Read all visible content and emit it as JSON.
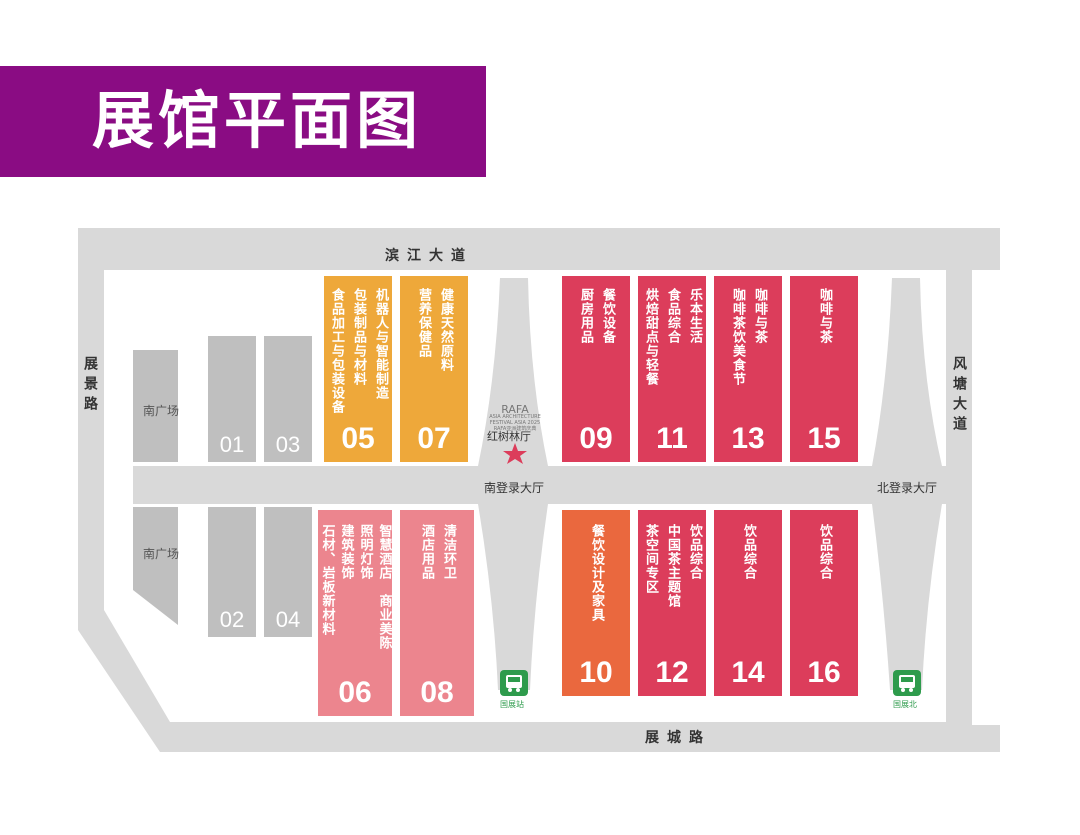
{
  "title": "展馆平面图",
  "roads": {
    "top": "滨江大道",
    "bottom": "展城路",
    "left": "展景路",
    "right": "风塘大道"
  },
  "plaza": [
    "南广场",
    "南广场"
  ],
  "lobbies": {
    "south": "南登录大厅",
    "north": "北登录大厅"
  },
  "hongshulin": {
    "rafa_line1": "RAFA",
    "rafa_line2": "ASIA ARCHITECTURE",
    "rafa_line3": "FESTIVAL ASIA 2025",
    "rafa_cn": "RAFA亚洲建筑庆典",
    "name": "红树林厅"
  },
  "blocks": [
    "01",
    "03",
    "02",
    "04"
  ],
  "halls": [
    {
      "num": "05",
      "lines": [
        "机器人与智能制造",
        "包装制品与材料",
        "食品加工与包装设备"
      ],
      "color": "#eea83a"
    },
    {
      "num": "07",
      "lines": [
        "健康天然原料",
        "营养保健品"
      ],
      "color": "#eea83a"
    },
    {
      "num": "09",
      "lines": [
        "餐饮设备",
        "厨房用品"
      ],
      "color": "#dc3d5b"
    },
    {
      "num": "11",
      "lines": [
        "乐本生活",
        "食品综合",
        "烘焙甜点与轻餐"
      ],
      "color": "#dc3d5b"
    },
    {
      "num": "13",
      "lines": [
        "咖啡与茶",
        "咖啡茶饮美食节"
      ],
      "color": "#dc3d5b"
    },
    {
      "num": "15",
      "lines": [
        "咖啡与茶"
      ],
      "color": "#dc3d5b"
    },
    {
      "num": "06",
      "lines": [
        "智慧酒店　商业美陈",
        "照明灯饰",
        "建筑装饰",
        "石材、岩板新材料"
      ],
      "color": "#ec858e"
    },
    {
      "num": "08",
      "lines": [
        "清洁环卫",
        "酒店用品"
      ],
      "color": "#ec858e"
    },
    {
      "num": "10",
      "lines": [
        "餐饮设计及家具"
      ],
      "color": "#ea683e"
    },
    {
      "num": "12",
      "lines": [
        "饮品综合",
        "中国茶主题馆",
        "茶空间专区"
      ],
      "color": "#dc3d5b"
    },
    {
      "num": "14",
      "lines": [
        "饮品综合"
      ],
      "color": "#dc3d5b"
    },
    {
      "num": "16",
      "lines": [
        "饮品综合"
      ],
      "color": "#dc3d5b"
    }
  ],
  "bus_stops": [
    "国展站",
    "国展北"
  ],
  "colors": {
    "banner": "#8a0c83",
    "road": "#d9d9d9",
    "block": "#bfbfbf",
    "star": "#dc3d5b",
    "bus": "#2e9b4c"
  },
  "icons": [
    "star-icon",
    "bus-icon"
  ]
}
